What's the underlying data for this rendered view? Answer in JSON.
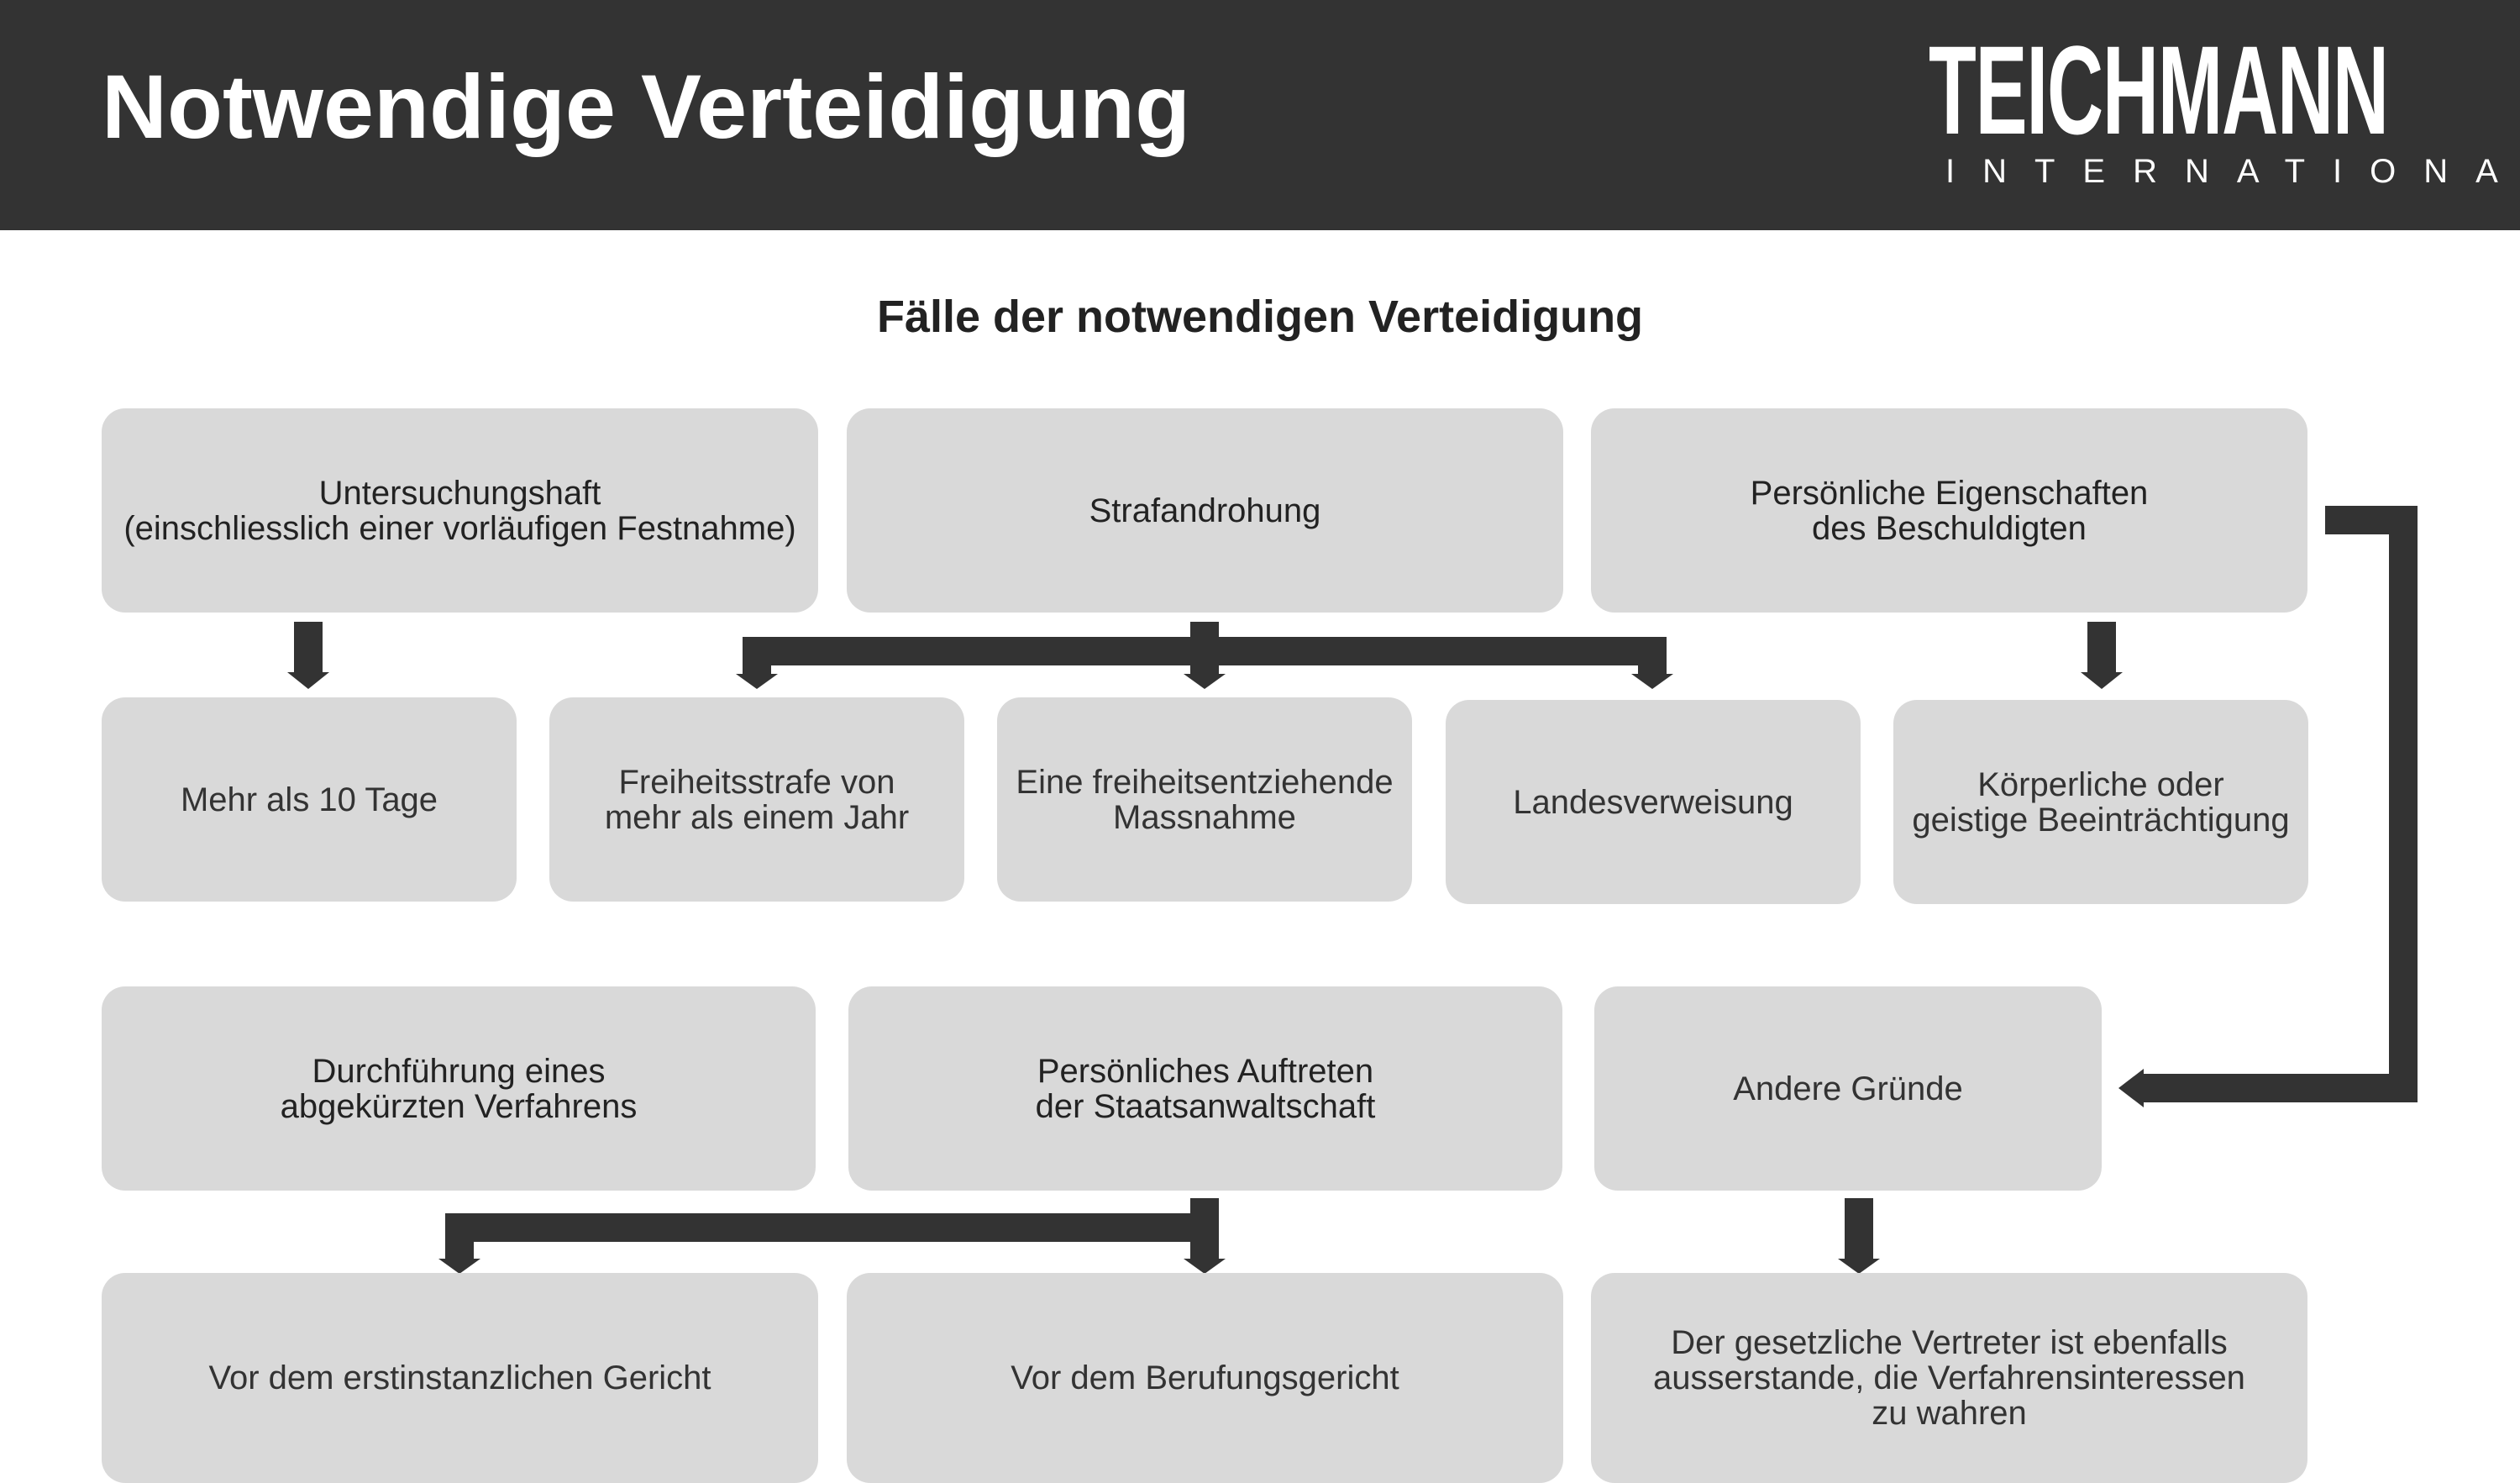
{
  "header": {
    "title": "Notwendige Verteidigung",
    "logo_main": "TEICHMANN",
    "logo_sub": "INTERNATIONAL"
  },
  "diagram": {
    "title": "Fälle der notwendigen Verteidigung",
    "row1": [
      {
        "label": "Untersuchungshaft\n(einschliesslich einer vorläufigen Festnahme)"
      },
      {
        "label": "Strafandrohung"
      },
      {
        "label": "Persönliche Eigenschaften\ndes Beschuldigten"
      }
    ],
    "row2": [
      {
        "label": "Mehr als 10 Tage"
      },
      {
        "label": "Freiheitsstrafe von\nmehr als einem Jahr"
      },
      {
        "label": "Eine freiheitsentziehende\nMassnahme"
      },
      {
        "label": "Landesverweisung"
      },
      {
        "label": "Körperliche oder\ngeistige Beeinträchtigung"
      }
    ],
    "row3": [
      {
        "label": "Durchführung eines\nabgekürzten Verfahrens"
      },
      {
        "label": "Persönliches Auftreten\nder Staatsanwaltschaft"
      },
      {
        "label": "Andere Gründe"
      }
    ],
    "row4": [
      {
        "label": "Vor dem erstinstanzlichen Gericht"
      },
      {
        "label": "Vor dem Berufungsgericht"
      },
      {
        "label": "Der gesetzliche Vertreter ist ebenfalls\nausserstande, die Verfahrensinteressen\nzu wahren"
      }
    ]
  },
  "colors": {
    "header_bg": "#333333",
    "box_bg": "#d9d9d9",
    "arrow": "#333333"
  }
}
